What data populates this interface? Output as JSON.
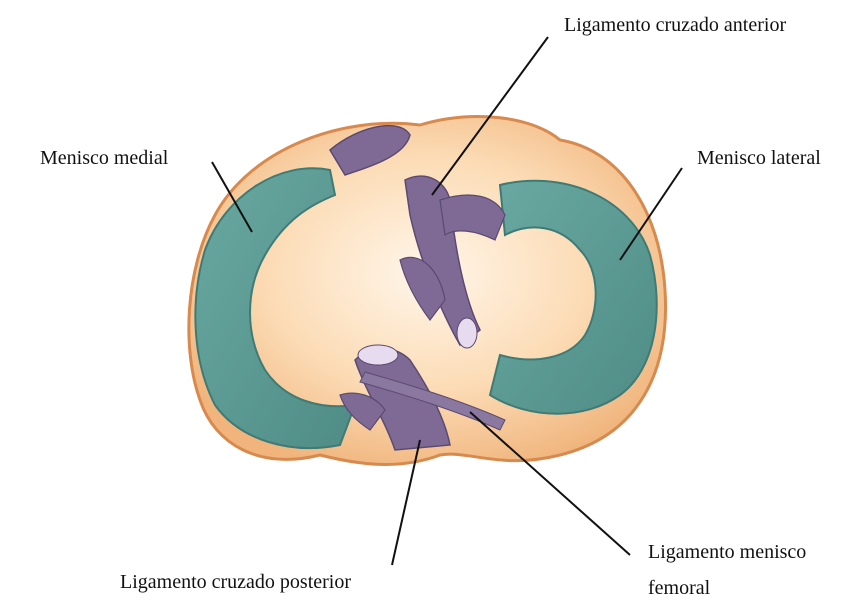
{
  "labels": {
    "acl": "Ligamento cruzado anterior",
    "medial_meniscus": "Menisco medial",
    "lateral_meniscus": "Menisco lateral",
    "mfl_line1": "Ligamento menisco",
    "mfl_line2": "femoral",
    "pcl": "Ligamento cruzado posterior"
  },
  "colors": {
    "bone_outer": "#e8a46a",
    "bone_inner": "#fbd7ad",
    "bone_highlight": "#fff3e2",
    "meniscus": "#5f9e98",
    "meniscus_edge": "#3f7b76",
    "ligament": "#7f6a96",
    "ligament_dark": "#5b4a70",
    "ligament_end": "#e7dcef",
    "leader_line": "#111111"
  }
}
